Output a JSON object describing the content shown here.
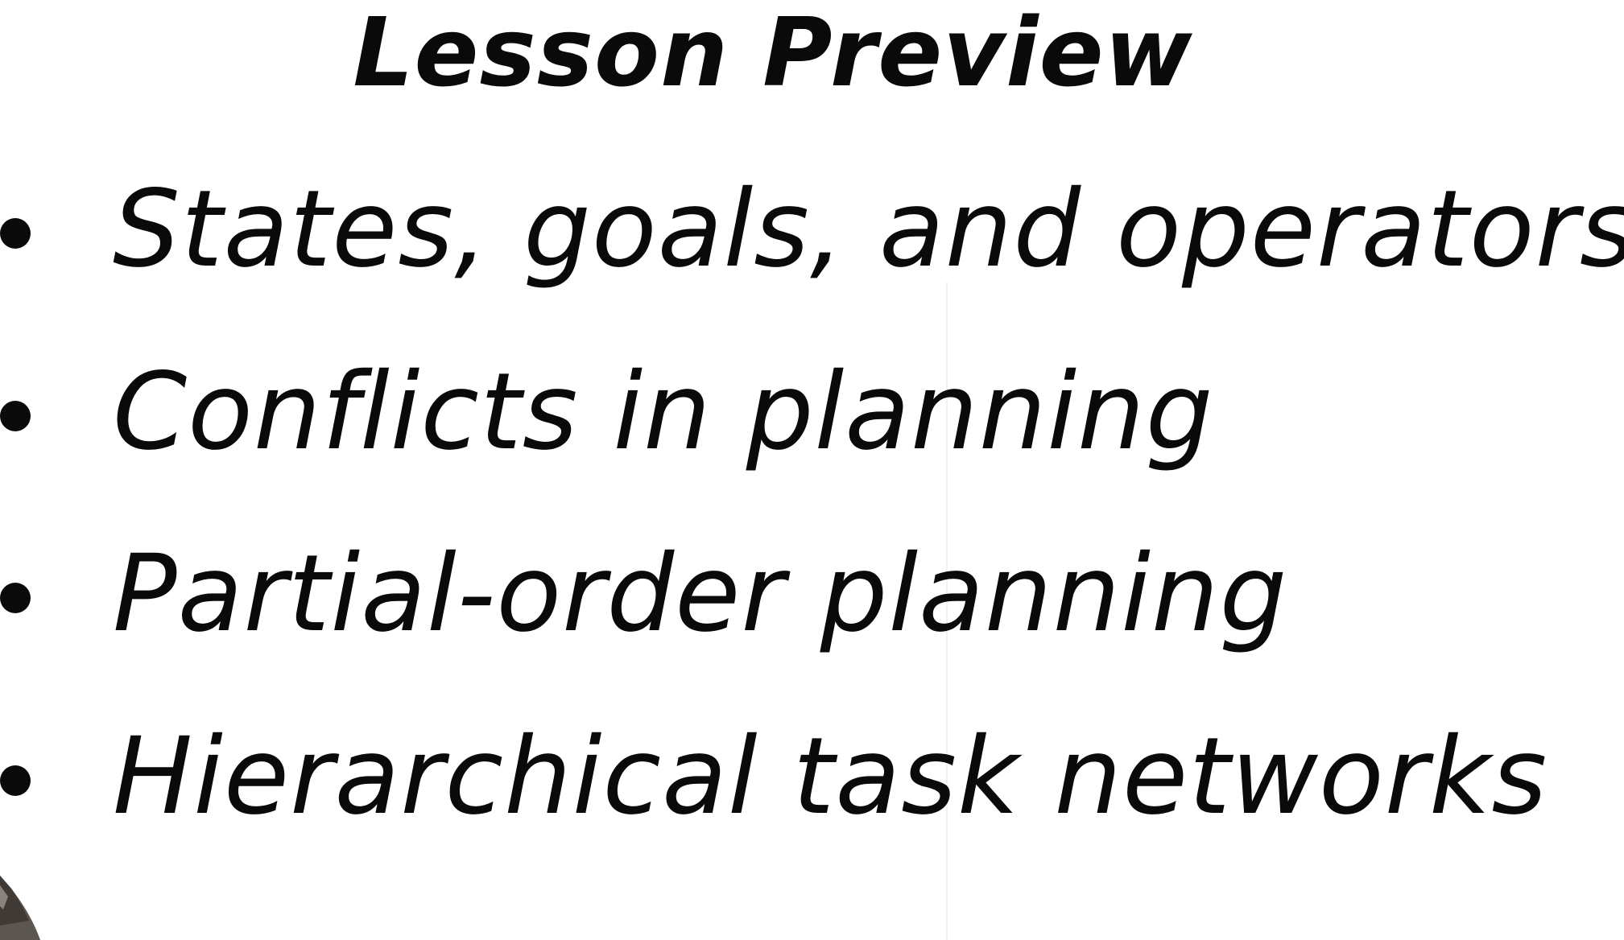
{
  "slide": {
    "title": "Lesson Preview",
    "items": [
      {
        "text": "States, goals, and operators"
      },
      {
        "text": "Conflicts in planning"
      },
      {
        "text": "Partial-order planning"
      },
      {
        "text": "Hierarchical task networks"
      }
    ]
  },
  "colors": {
    "background": "#ffffff",
    "text": "#0a0a0a"
  },
  "icons": {
    "bullet": "bullet-dot-icon",
    "corner": "presenter-shoulder-icon"
  }
}
